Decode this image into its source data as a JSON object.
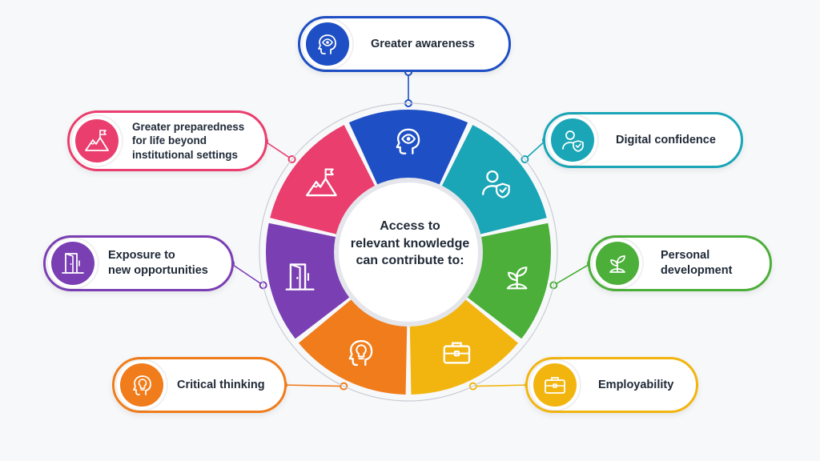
{
  "center": {
    "lines": [
      "Access to",
      "relevant knowledge",
      "can contribute to:"
    ]
  },
  "items": [
    {
      "label": [
        "Greater awareness"
      ],
      "color": "#1e4fc4",
      "icon": "head-eye-icon"
    },
    {
      "label": [
        "Digital confidence"
      ],
      "color": "#1aa6b7",
      "icon": "user-shield-icon"
    },
    {
      "label": [
        "Personal",
        "development"
      ],
      "color": "#4caf3a",
      "icon": "sprout-icon"
    },
    {
      "label": [
        "Employability"
      ],
      "color": "#f2b50f",
      "icon": "briefcase-icon"
    },
    {
      "label": [
        "Critical thinking"
      ],
      "color": "#f07c1b",
      "icon": "head-lightbulb-icon"
    },
    {
      "label": [
        "Exposure to",
        "new opportunities"
      ],
      "color": "#7b3fb4",
      "icon": "open-door-icon"
    },
    {
      "label": [
        "Greater preparedness",
        "for life beyond",
        "institutional settings"
      ],
      "color": "#e93e6e",
      "icon": "mountain-flag-icon"
    }
  ]
}
